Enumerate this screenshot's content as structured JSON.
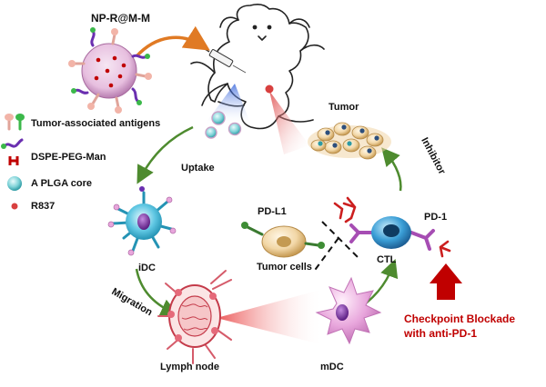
{
  "labels": {
    "nanoparticle": "NP-R@M-M",
    "tumor": "Tumor",
    "uptake": "Uptake",
    "idc": "iDC",
    "migration": "Migration",
    "lymph_node": "Lymph node",
    "mdc": "mDC",
    "ctl": "CTL",
    "pd1": "PD-1",
    "pdl1": "PD-L1",
    "tumor_cells": "Tumor cells",
    "inhibitor": "Inhibitor",
    "blockade_line1": "Checkpoint Blockade",
    "blockade_line2": "with anti-PD-1"
  },
  "legend": [
    {
      "label": "Tumor-associated antigens",
      "icon": "antigen-icon"
    },
    {
      "label": "DSPE-PEG-Man",
      "icon": "dspe-peg-man-icon"
    },
    {
      "label": "A PLGA core",
      "icon": "plga-core-icon"
    },
    {
      "label": "R837",
      "icon": "r837-icon"
    }
  ],
  "colors": {
    "cycle_arrow": "#4e8b2f",
    "blockade": "#c00000",
    "dc_blue": "#39b6d6",
    "mdc_pink": "#e8a6dc",
    "nucleus": "#7a2fa6",
    "antibody": "#a64db3",
    "plga_core": "#7fd3d8"
  }
}
